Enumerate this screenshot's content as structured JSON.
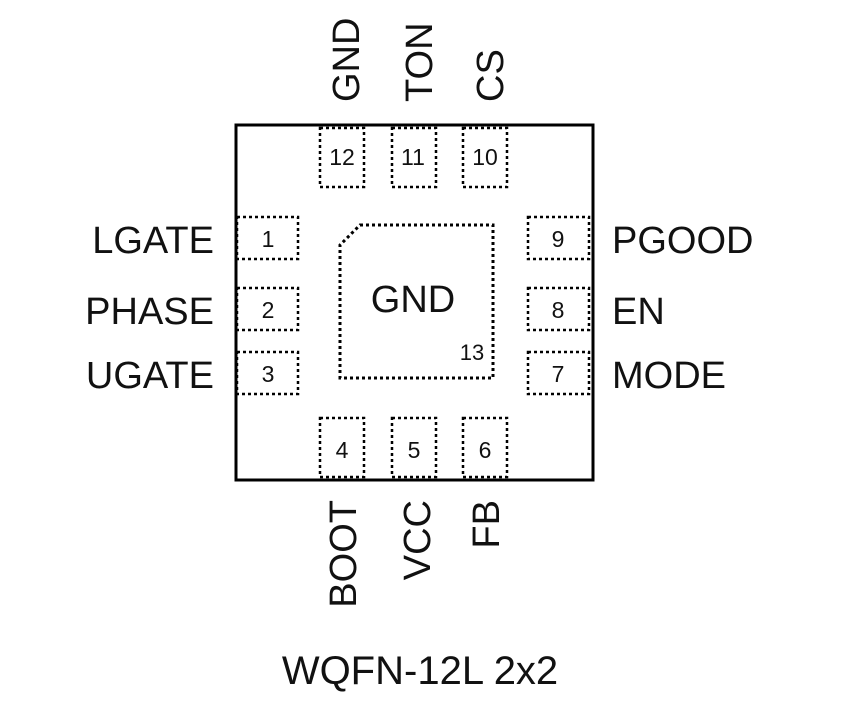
{
  "package_name": "WQFN-12L 2x2",
  "exposed_pad": {
    "name": "GND",
    "number": "13"
  },
  "pins": [
    {
      "number": "1",
      "name": "LGATE"
    },
    {
      "number": "2",
      "name": "PHASE"
    },
    {
      "number": "3",
      "name": "UGATE"
    },
    {
      "number": "4",
      "name": "BOOT"
    },
    {
      "number": "5",
      "name": "VCC"
    },
    {
      "number": "6",
      "name": "FB"
    },
    {
      "number": "7",
      "name": "MODE"
    },
    {
      "number": "8",
      "name": "EN"
    },
    {
      "number": "9",
      "name": "PGOOD"
    },
    {
      "number": "10",
      "name": "CS"
    },
    {
      "number": "11",
      "name": "TON"
    },
    {
      "number": "12",
      "name": "GND"
    }
  ]
}
